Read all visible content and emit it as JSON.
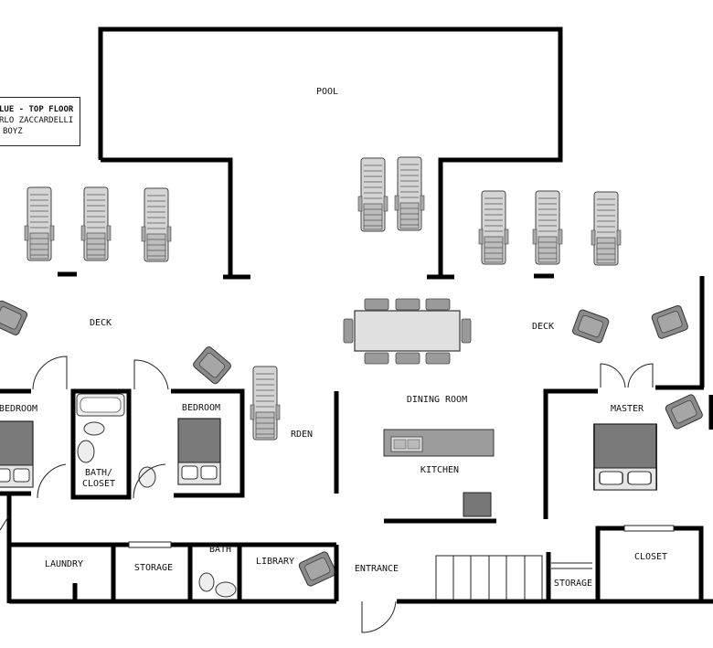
{
  "title_block": {
    "line1": "LUE - TOP FLOOR",
    "line2": "RLO ZACCARDELLI",
    "line3": "BOYZ"
  },
  "rooms": {
    "pool": "POOL",
    "deck_left": "DECK",
    "deck_right": "DECK",
    "bedroom_left": "BEDROOM",
    "bedroom_center": "BEDROOM",
    "bath_closet_1": "BATH/",
    "bath_closet_2": "CLOSET",
    "garden": "RDEN",
    "dining_room": "DINING ROOM",
    "kitchen": "KITCHEN",
    "master": "MASTER",
    "laundry": "LAUNDRY",
    "storage_left": "STORAGE",
    "bath": "BATH",
    "library": "LIBRARY",
    "entrance": "ENTRANCE",
    "storage_right": "STORAGE",
    "closet": "CLOSET"
  }
}
